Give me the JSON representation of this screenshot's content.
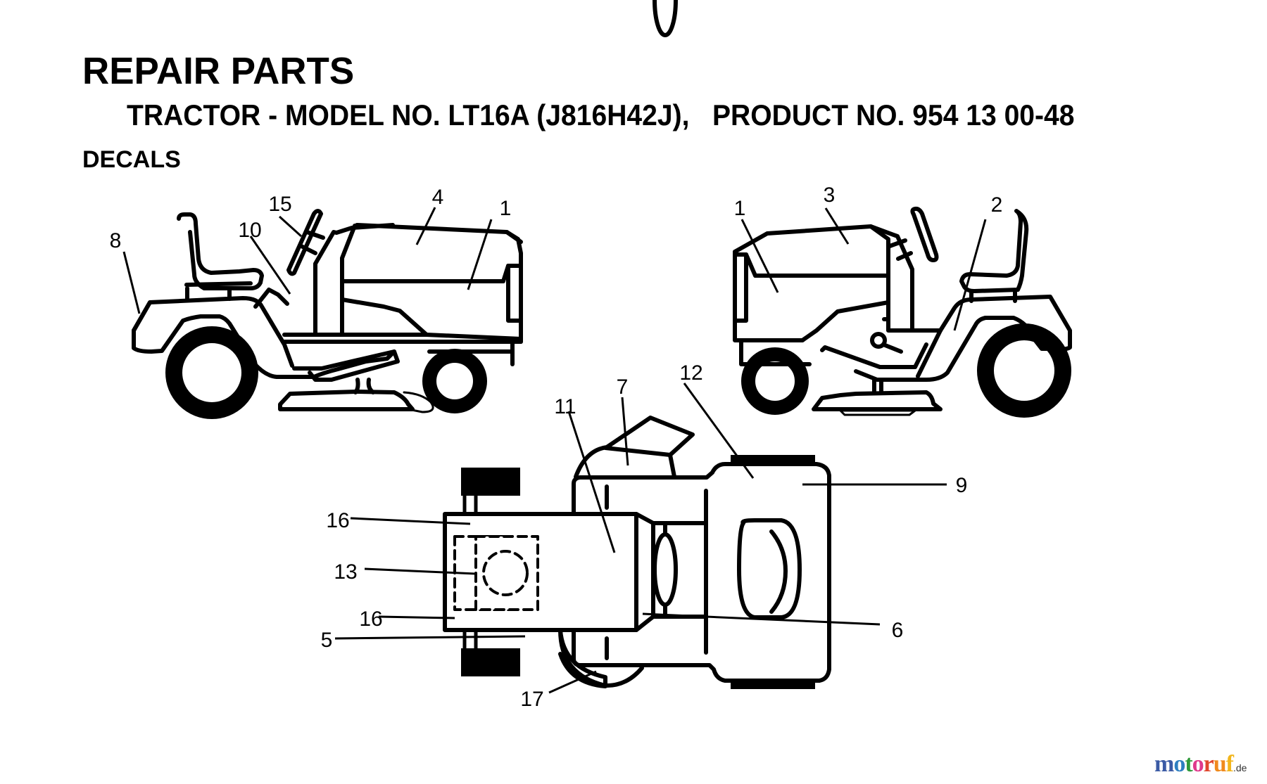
{
  "header": {
    "title": "REPAIR PARTS",
    "subtitle": "TRACTOR - MODEL NO. LT16A (J816H42J),   PRODUCT NO. 954 13 00-48",
    "section": "DECALS"
  },
  "left_view": {
    "callouts": [
      {
        "num": "8"
      },
      {
        "num": "10"
      },
      {
        "num": "15"
      },
      {
        "num": "4"
      },
      {
        "num": "1"
      }
    ]
  },
  "right_view": {
    "callouts": [
      {
        "num": "1"
      },
      {
        "num": "3"
      },
      {
        "num": "2"
      }
    ]
  },
  "top_view": {
    "callouts": [
      {
        "num": "11"
      },
      {
        "num": "7"
      },
      {
        "num": "12"
      },
      {
        "num": "9"
      },
      {
        "num": "16"
      },
      {
        "num": "13"
      },
      {
        "num": "16"
      },
      {
        "num": "5"
      },
      {
        "num": "6"
      },
      {
        "num": "17"
      }
    ]
  },
  "watermark": {
    "letters": [
      "m",
      "o",
      "t",
      "o",
      "r",
      "u",
      "f"
    ],
    "colors": [
      "#3b5ba5",
      "#2e7fc1",
      "#2f9a3a",
      "#e0398c",
      "#e0462c",
      "#f08a1c",
      "#f2b51b"
    ],
    "suffix": ".de"
  }
}
